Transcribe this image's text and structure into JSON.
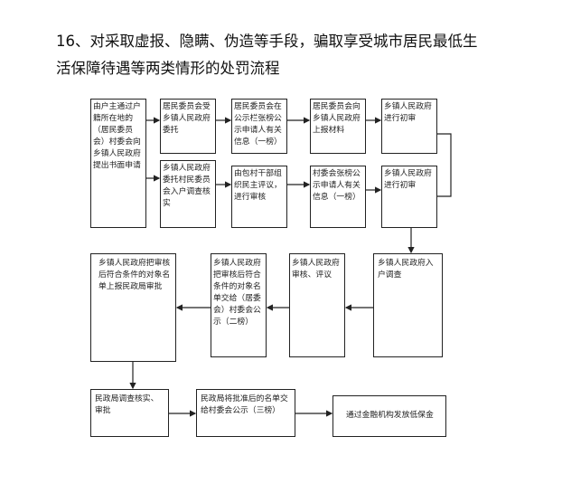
{
  "title": {
    "line1": "16、对采取虚报、隐瞒、伪造等手段，骗取享受城市居民最低生",
    "line2": "活保障待遇等两类情形的处罚流程"
  },
  "boxes": {
    "b1": "由户主通过户籍所在地的（居民委员会）村委会向乡镇人民政府提出书面申请",
    "b2": "居民委员会受乡镇人民政府委托",
    "b3": "居民委员会在公示栏张榜公示申请人有关信息（一榜）",
    "b4": "居民委员会向乡镇人民政府上报材料",
    "b5": "乡镇人民政府进行初审",
    "b2b": "乡镇人民政府委托村民委员会入户调查核实",
    "b3b": "由包村干部组织民主评议，进行审核",
    "b4b": "村委会张榜公示申请人有关信息（一榜）",
    "b5b": "乡镇人民政府进行初审",
    "d": "乡镇人民政府入户调查",
    "c": "乡镇人民政府审核、评议",
    "b": "乡镇人民政府把审核后符合条件的对象名单交给（居委会）村委会公示（二榜）",
    "a": "乡镇人民政府把审核后符合条件的对象名单上报民政局审批",
    "e": "民政局调查核实、审批",
    "f": "民政局将批准后的名单交给村委会公示（三榜）",
    "g": "通过金融机构发放低保金"
  }
}
